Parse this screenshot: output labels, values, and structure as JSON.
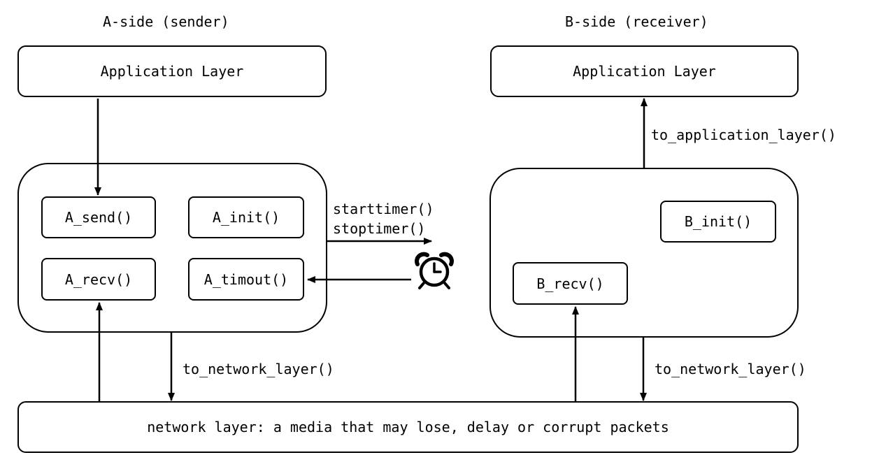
{
  "a_side": {
    "title": "A-side (sender)",
    "app_layer": "Application Layer",
    "functions": {
      "send": "A_send()",
      "init": "A_init()",
      "recv": "A_recv()",
      "timeout": "A_timout()"
    },
    "timer_calls": {
      "start": "starttimer()",
      "stop": "stoptimer()"
    },
    "to_network": "to_network_layer()"
  },
  "b_side": {
    "title": "B-side (receiver)",
    "app_layer": "Application Layer",
    "to_application": "to_application_layer()",
    "functions": {
      "init": "B_init()",
      "recv": "B_recv()"
    },
    "to_network": "to_network_layer()"
  },
  "network": {
    "label": "network layer: a media that may lose, delay or corrupt packets"
  },
  "icons": {
    "timer": "alarm-clock-icon"
  }
}
